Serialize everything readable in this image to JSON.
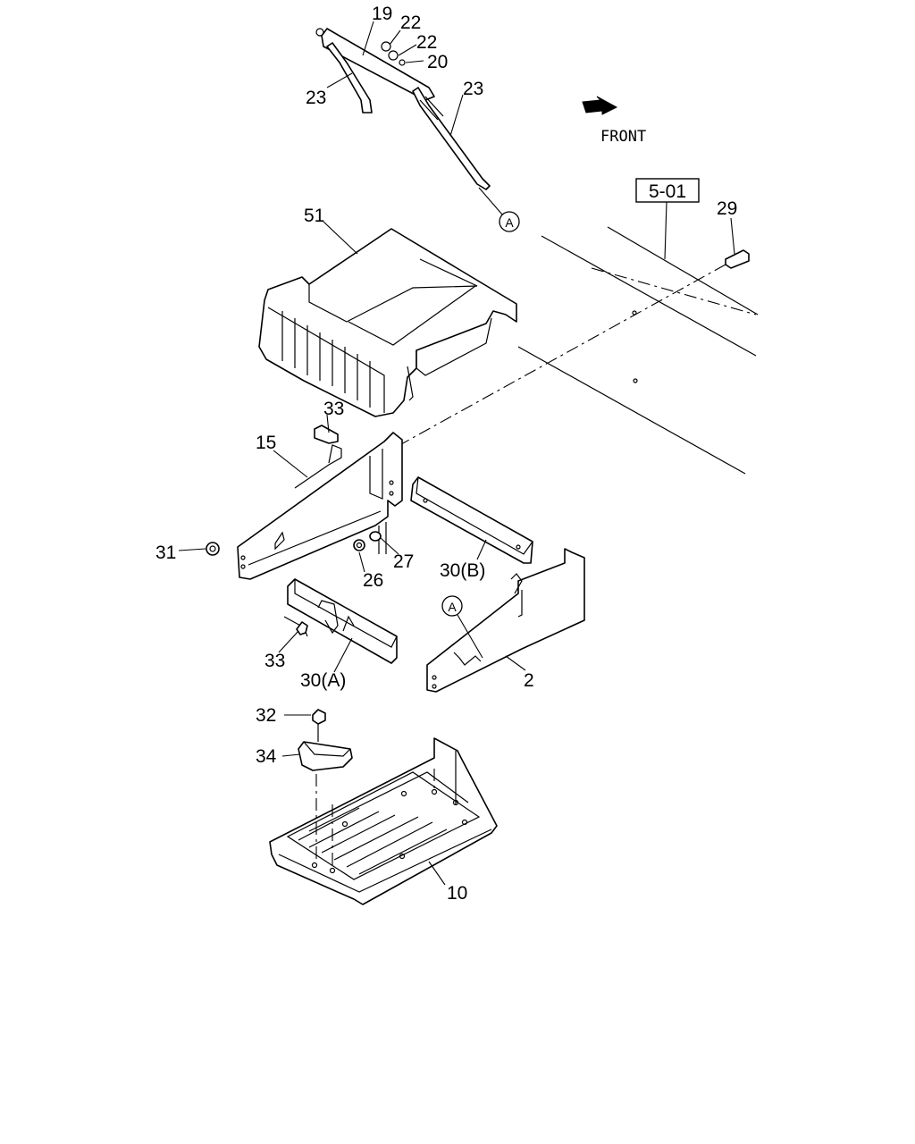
{
  "diagram": {
    "direction_label": "FRONT",
    "reference_box": "5-01",
    "callouts": [
      {
        "id": "19",
        "text": "19"
      },
      {
        "id": "22a",
        "text": "22"
      },
      {
        "id": "22b",
        "text": "22"
      },
      {
        "id": "20",
        "text": "20"
      },
      {
        "id": "23a",
        "text": "23"
      },
      {
        "id": "23b",
        "text": "23"
      },
      {
        "id": "29",
        "text": "29"
      },
      {
        "id": "51",
        "text": "51"
      },
      {
        "id": "33a",
        "text": "33"
      },
      {
        "id": "15",
        "text": "15"
      },
      {
        "id": "31",
        "text": "31"
      },
      {
        "id": "27",
        "text": "27"
      },
      {
        "id": "26",
        "text": "26"
      },
      {
        "id": "30b",
        "text": "30(B)"
      },
      {
        "id": "33b",
        "text": "33"
      },
      {
        "id": "30a",
        "text": "30(A)"
      },
      {
        "id": "2",
        "text": "2"
      },
      {
        "id": "32",
        "text": "32"
      },
      {
        "id": "34",
        "text": "34"
      },
      {
        "id": "10",
        "text": "10"
      }
    ],
    "circle_markers": [
      "A",
      "A"
    ]
  }
}
